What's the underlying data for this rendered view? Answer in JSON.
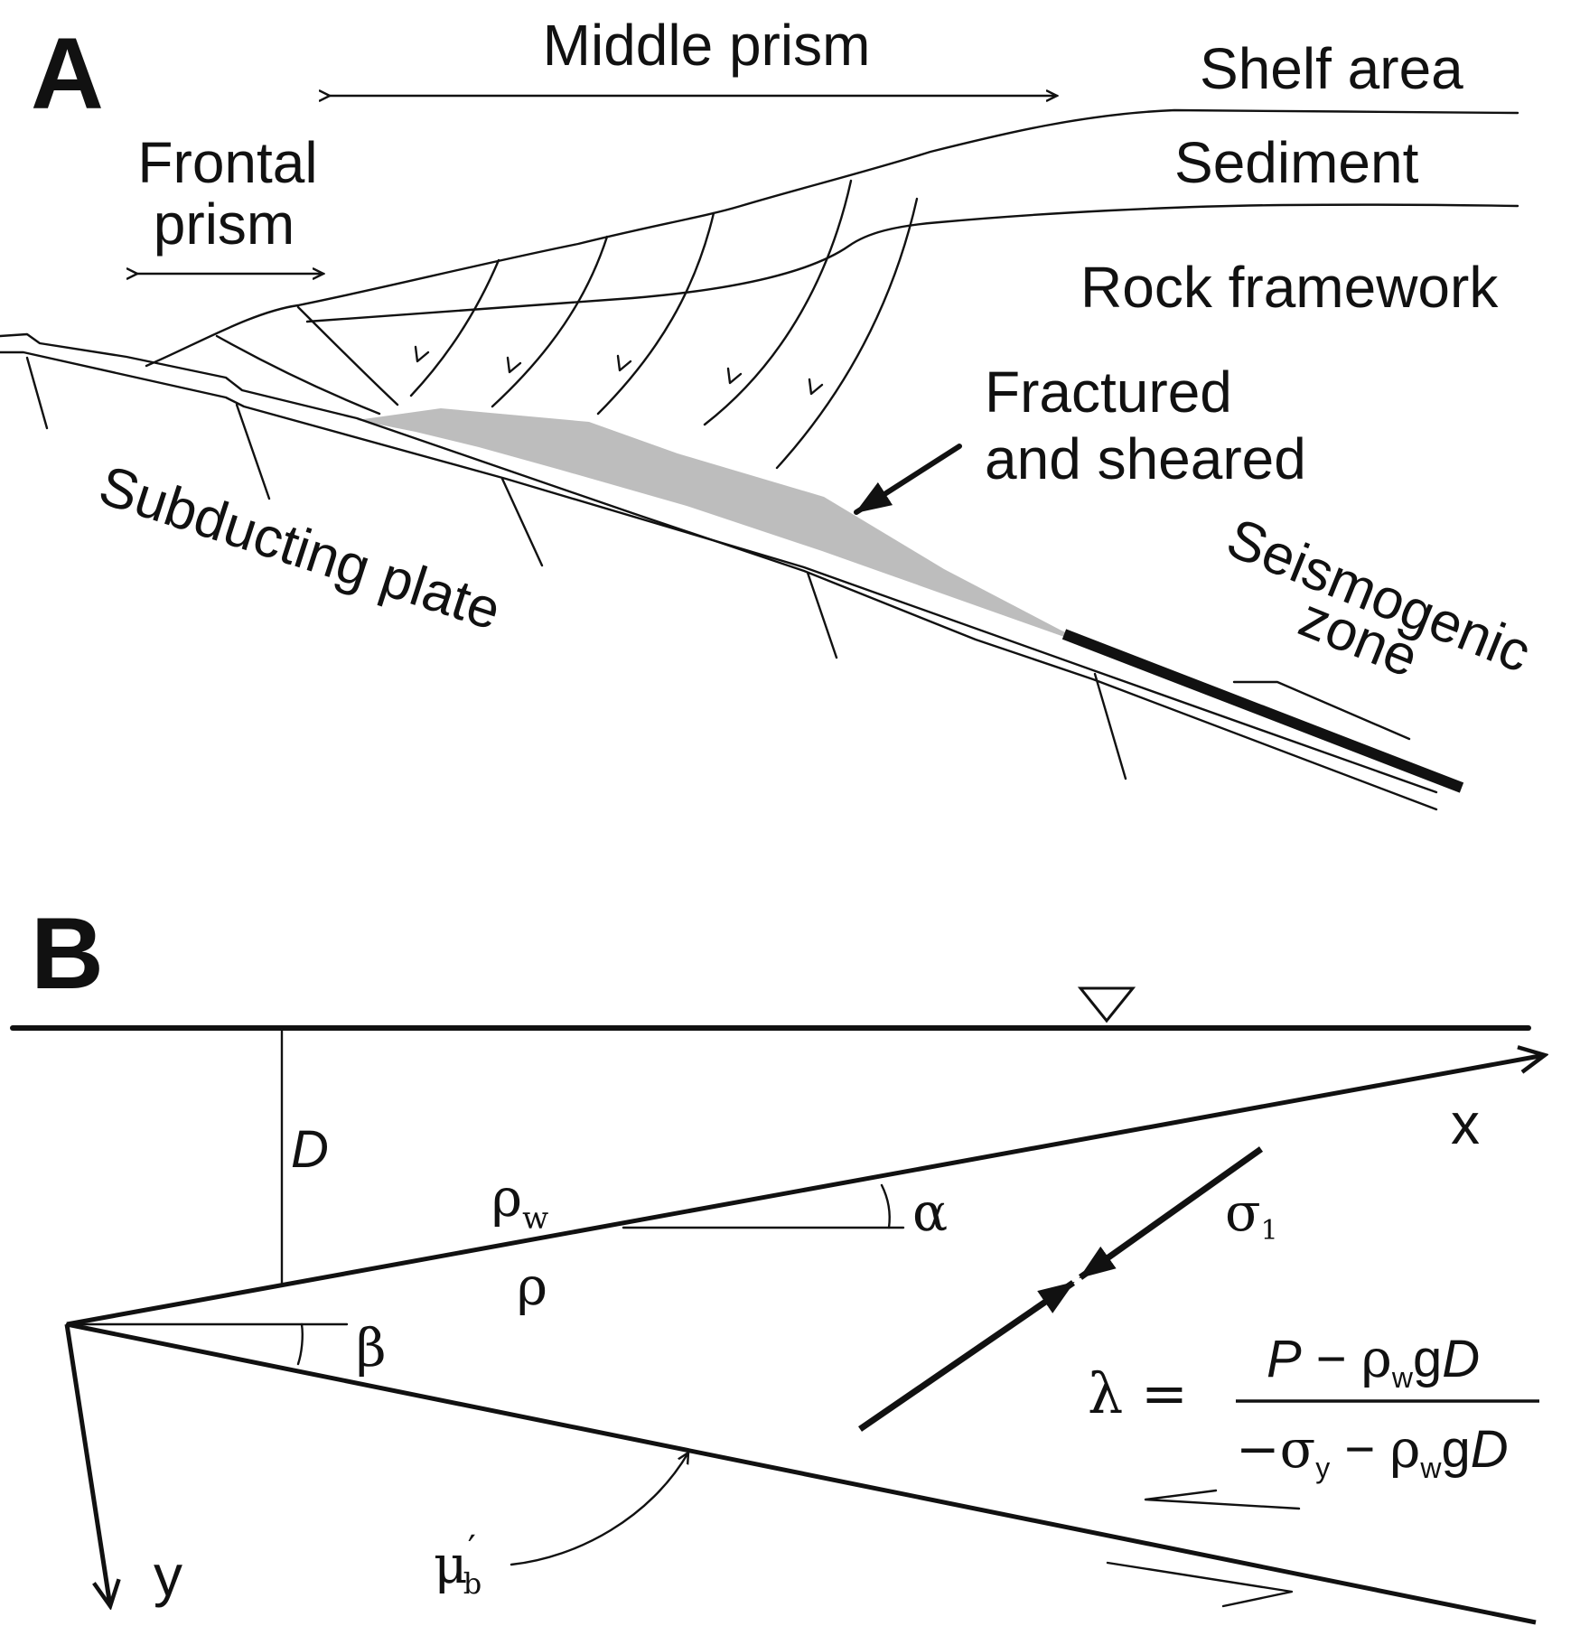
{
  "panel_a": {
    "panel_letter": "A",
    "middle_prism": "Middle prism",
    "frontal_prism_line1": "Frontal",
    "frontal_prism_line2": "prism",
    "shelf_area": "Shelf area",
    "sediment": "Sediment",
    "rock_framework": "Rock framework",
    "fractured_line1": "Fractured",
    "fractured_line2": "and sheared",
    "subducting_plate": "Subducting plate",
    "seismogenic_line1": "Seismogenic",
    "seismogenic_line2": "zone"
  },
  "panel_b": {
    "panel_letter": "B",
    "label_d": "D",
    "label_x": "x",
    "label_y": "y",
    "rho_w_base": "ρ",
    "rho_w_sub": "w",
    "rho": "ρ",
    "alpha": "α",
    "beta": "β",
    "sigma1_base": "σ",
    "sigma1_sub": "1",
    "mu_base": "μ",
    "mu_prime": "′",
    "mu_sub": "b",
    "lambda_lhs": "λ =",
    "numerator": {
      "p": "P",
      "minus": " − ",
      "rho": "ρ",
      "w": "w",
      "g": "g",
      "d": "D"
    },
    "denominator": {
      "neg_sigma": "−σ",
      "y": "y",
      "minus": " − ",
      "rho": "ρ",
      "w": "w",
      "g": "g",
      "d": "D"
    }
  },
  "colors": {
    "ink": "#111111",
    "fractured_zone_fill": "#bdbdbd",
    "background": "#ffffff"
  }
}
